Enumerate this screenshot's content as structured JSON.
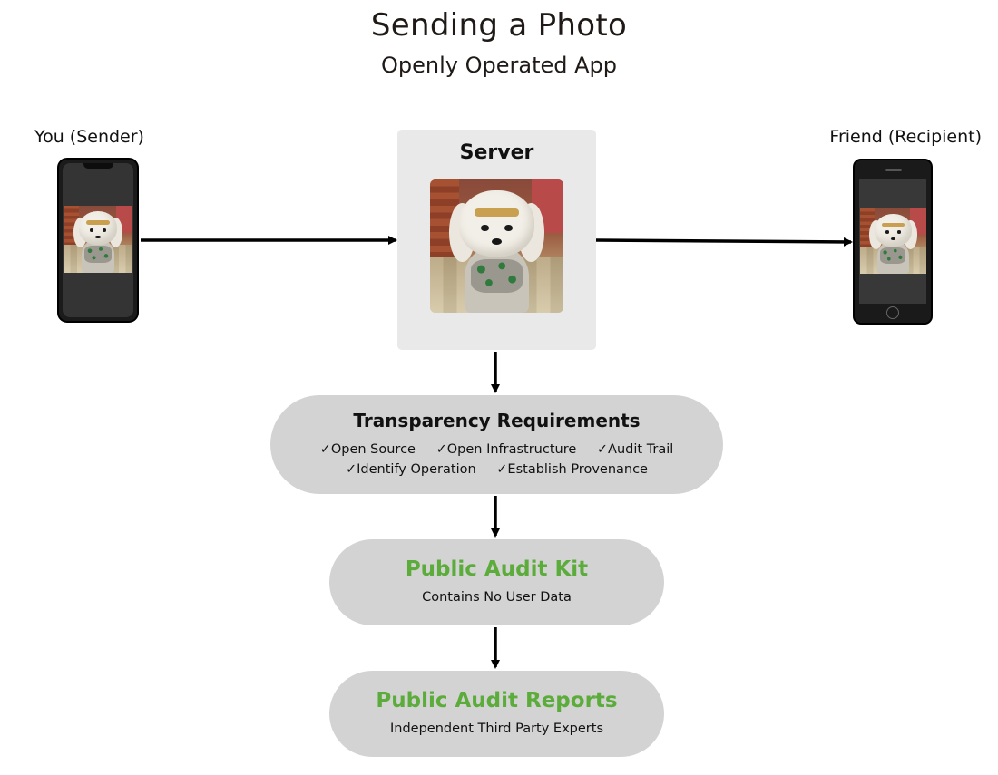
{
  "title": "Sending a Photo",
  "subtitle": "Openly Operated App",
  "sender": {
    "label": "You (Sender)"
  },
  "recipient": {
    "label": "Friend (Recipient)"
  },
  "server": {
    "label": "Server"
  },
  "transparency": {
    "title": "Transparency Requirements",
    "row1": [
      "✓Open Source",
      "✓Open Infrastructure",
      "✓Audit Trail"
    ],
    "row2": [
      "✓Identify Operation",
      "✓Establish Provenance"
    ]
  },
  "audit_kit": {
    "title": "Public Audit Kit",
    "subtitle": "Contains No User Data"
  },
  "audit_reports": {
    "title": "Public Audit Reports",
    "subtitle": "Independent Third Party Experts"
  },
  "colors": {
    "accent_green": "#5cac3c",
    "pill_gray": "#d3d3d3",
    "server_bg": "#e9e9e9"
  }
}
